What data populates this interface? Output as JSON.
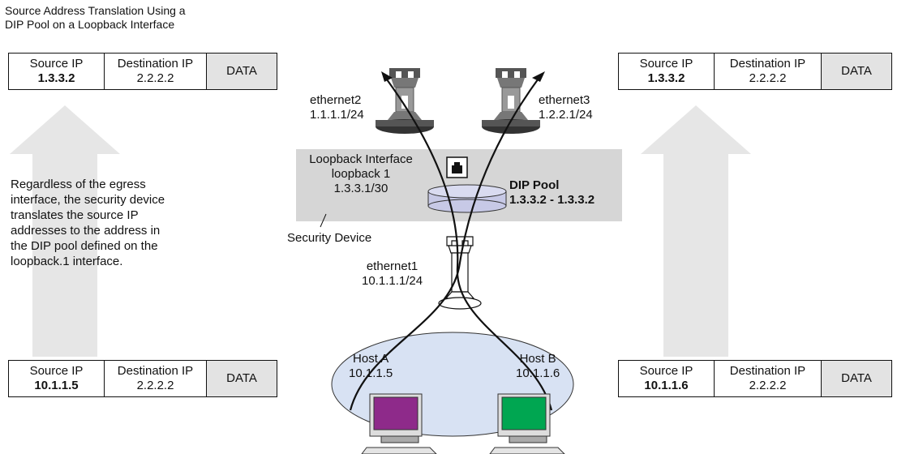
{
  "title": {
    "line1": "Source Address Translation Using a",
    "line2": "DIP Pool on a Loopback Interface"
  },
  "packets": {
    "top_left": {
      "src_label": "Source IP",
      "src_value": "1.3.3.2",
      "dst_label": "Destination IP",
      "dst_value": "2.2.2.2",
      "data": "DATA"
    },
    "top_right": {
      "src_label": "Source IP",
      "src_value": "1.3.3.2",
      "dst_label": "Destination IP",
      "dst_value": "2.2.2.2",
      "data": "DATA"
    },
    "bottom_left": {
      "src_label": "Source IP",
      "src_value": "10.1.1.5",
      "dst_label": "Destination IP",
      "dst_value": "2.2.2.2",
      "data": "DATA"
    },
    "bottom_right": {
      "src_label": "Source IP",
      "src_value": "10.1.1.6",
      "dst_label": "Destination IP",
      "dst_value": "2.2.2.2",
      "data": "DATA"
    }
  },
  "note": {
    "line1": "Regardless of the egress",
    "line2": "interface, the security device",
    "line3": "translates the source IP",
    "line4": "addresses to the address in",
    "line5": "the DIP pool defined on the",
    "line6": "loopback.1 interface."
  },
  "interfaces": {
    "ethernet2": {
      "name": "ethernet2",
      "ip": "1.1.1.1/24"
    },
    "ethernet3": {
      "name": "ethernet3",
      "ip": "1.2.2.1/24"
    },
    "ethernet1": {
      "name": "ethernet1",
      "ip": "10.1.1.1/24"
    }
  },
  "loopback": {
    "line1": "Loopback Interface",
    "line2": "loopback 1",
    "line3": "1.3.3.1/30"
  },
  "dip_pool": {
    "title": "DIP Pool",
    "range": "1.3.3.2 - 1.3.3.2"
  },
  "security_device_label": "Security Device",
  "hosts": {
    "a": {
      "name": "Host A",
      "ip": "10.1.1.5",
      "screen_color": "#8e2a8a"
    },
    "b": {
      "name": "Host B",
      "ip": "10.1.1.6",
      "screen_color": "#00a651"
    }
  },
  "colors": {
    "zone_fill": "#d6d6d6",
    "lan_fill": "#d8e2f3",
    "arrow_fill": "#e6e6e6",
    "pool_fill": "#c7c9e6"
  }
}
